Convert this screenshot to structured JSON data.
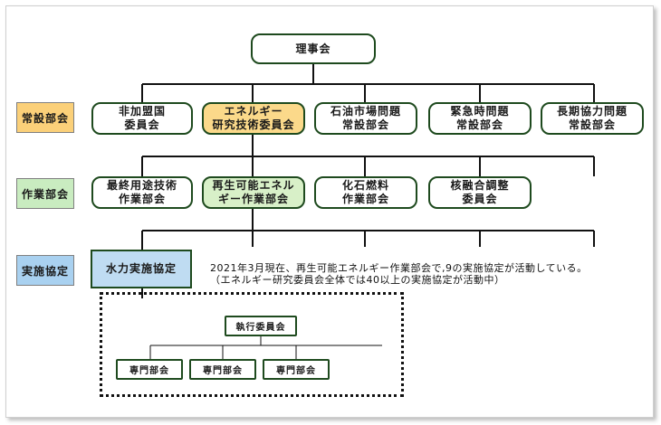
{
  "top": {
    "label": "理事会"
  },
  "rows": [
    {
      "tag": "常設部会",
      "tag_color": "#fbd079",
      "nodes": [
        "非加盟国\n委員会",
        "エネルギー\n研究技術委員会",
        "石油市場問題\n常設部会",
        "緊急時問題\n常設部会",
        "長期協力問題\n常設部会"
      ],
      "highlight_index": 1
    },
    {
      "tag": "作業部会",
      "tag_color": "#c9ecc0",
      "nodes": [
        "最終用途技術\n作業部会",
        "再生可能エネル\nギー作業部会",
        "化石燃料\n作業部会",
        "核融合調整\n委員会"
      ],
      "highlight_index": 1
    },
    {
      "tag": "実施協定",
      "tag_color": "#a9d1f0",
      "nodes": [
        "水力実施協定"
      ],
      "highlight_index": 0
    }
  ],
  "note": {
    "line1": "2021年3月現在、再生可能エネルギー作業部会で,9の実施協定が活動している。",
    "line2": "（エネルギー研究委員会全体では40以上の実施協定が活動中）"
  },
  "sub": {
    "executive": "執行委員会",
    "experts": [
      "専門部会",
      "専門部会",
      "専門部会"
    ]
  }
}
